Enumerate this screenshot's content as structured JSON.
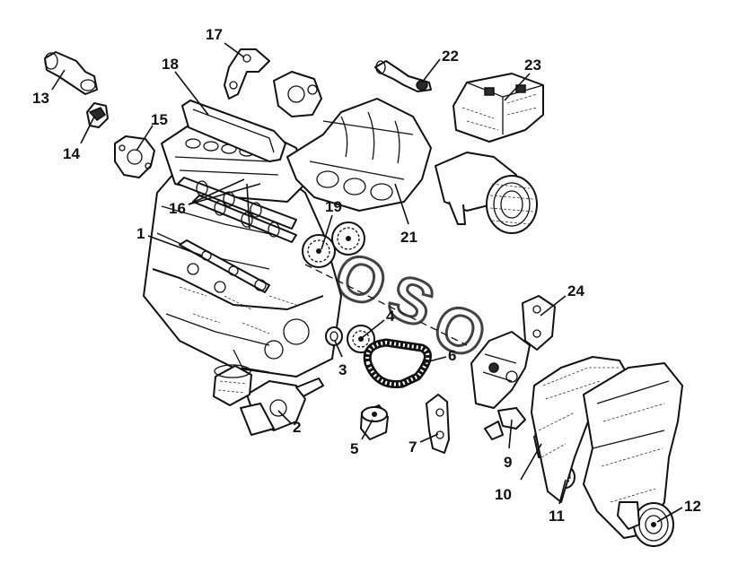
{
  "watermark": {
    "letters": [
      "O",
      "S",
      "O"
    ]
  },
  "callouts": [
    {
      "id": "callout-1",
      "label": "1"
    },
    {
      "id": "callout-2",
      "label": "2"
    },
    {
      "id": "callout-3",
      "label": "3"
    },
    {
      "id": "callout-4",
      "label": "4"
    },
    {
      "id": "callout-5",
      "label": "5"
    },
    {
      "id": "callout-6",
      "label": "6"
    },
    {
      "id": "callout-7",
      "label": "7"
    },
    {
      "id": "callout-9",
      "label": "9"
    },
    {
      "id": "callout-10",
      "label": "10"
    },
    {
      "id": "callout-11",
      "label": "11"
    },
    {
      "id": "callout-12",
      "label": "12"
    },
    {
      "id": "callout-13",
      "label": "13"
    },
    {
      "id": "callout-14",
      "label": "14"
    },
    {
      "id": "callout-15",
      "label": "15"
    },
    {
      "id": "callout-16",
      "label": "16"
    },
    {
      "id": "callout-17",
      "label": "17"
    },
    {
      "id": "callout-18",
      "label": "18"
    },
    {
      "id": "callout-19",
      "label": "19"
    },
    {
      "id": "callout-21",
      "label": "21"
    },
    {
      "id": "callout-22",
      "label": "22"
    },
    {
      "id": "callout-23",
      "label": "23"
    },
    {
      "id": "callout-24",
      "label": "24"
    }
  ]
}
